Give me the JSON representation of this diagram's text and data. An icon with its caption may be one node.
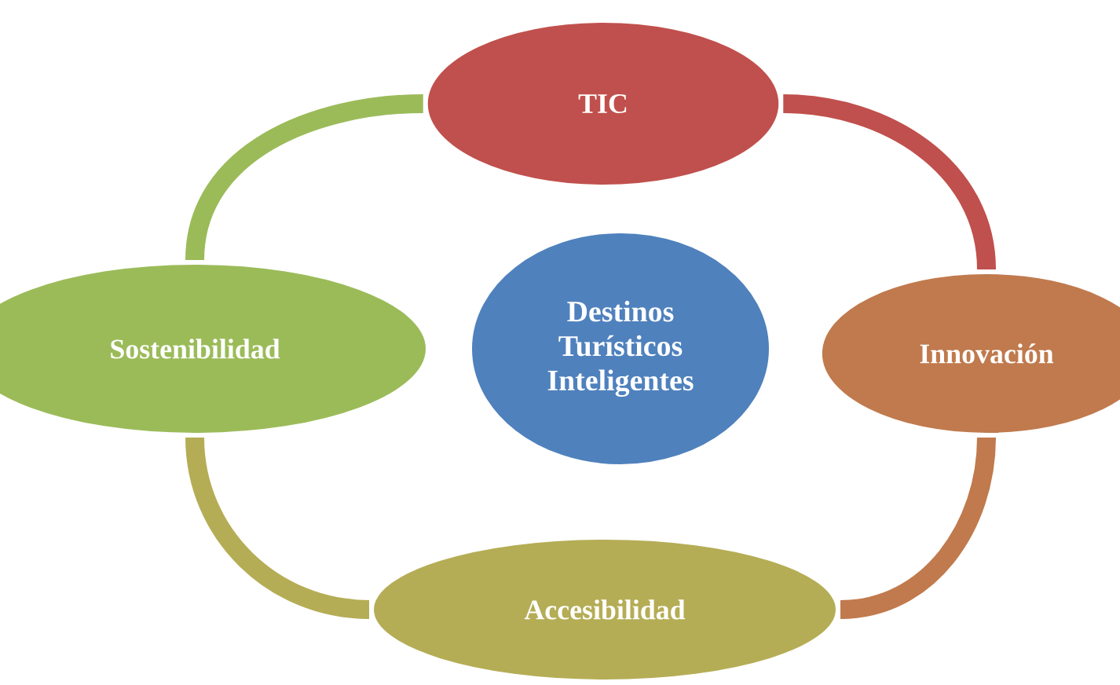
{
  "diagram": {
    "nodes": [
      {
        "text": [
          "TIC"
        ]
      },
      {
        "text": [
          "Sostenibilidad"
        ]
      },
      {
        "text": [
          "Destinos Turísticos Inteligentes"
        ]
      },
      {
        "text": [
          "Innovación"
        ]
      },
      {
        "text": [
          "Accesibilidad"
        ]
      }
    ],
    "edges": [
      {
        "from": 0,
        "to": 3,
        "arrow": "none",
        "color": "#c0504d"
      },
      {
        "from": 3,
        "to": 4,
        "arrow": "none",
        "color": "#c07a4d"
      },
      {
        "from": 4,
        "to": 1,
        "arrow": "none",
        "color": "#b5ad55"
      },
      {
        "from": 1,
        "to": 0,
        "arrow": "none",
        "color": "#9bbb59"
      }
    ]
  }
}
